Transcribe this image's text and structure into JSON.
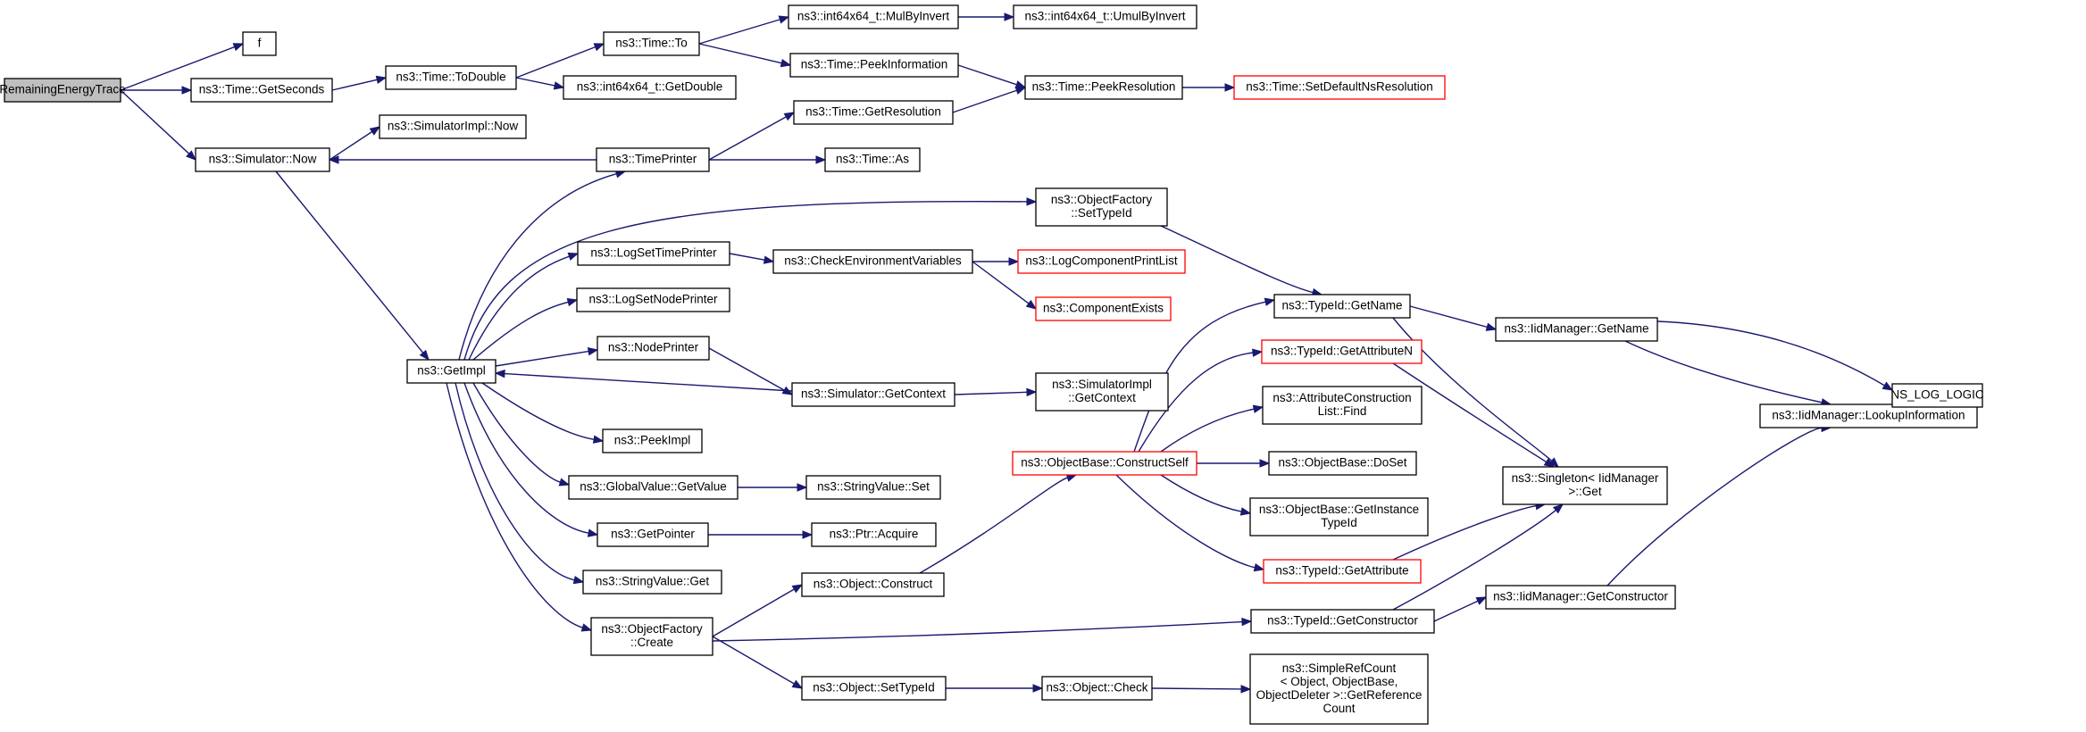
{
  "colors": {
    "edge": "#191970",
    "node_border": "#000000",
    "truncated_border": "#ff0000",
    "root_fill": "#bfbfbf"
  },
  "nodes": [
    {
      "id": "n0",
      "lines": [
        "RemainingEnergyTrace"
      ],
      "style": "root"
    },
    {
      "id": "n1",
      "lines": [
        "f"
      ],
      "style": "normal"
    },
    {
      "id": "n2",
      "lines": [
        "ns3::Time::GetSeconds"
      ],
      "style": "normal"
    },
    {
      "id": "n3",
      "lines": [
        "ns3::Simulator::Now"
      ],
      "style": "normal"
    },
    {
      "id": "n4",
      "lines": [
        "ns3::Time::ToDouble"
      ],
      "style": "normal"
    },
    {
      "id": "n5",
      "lines": [
        "ns3::Time::To"
      ],
      "style": "normal"
    },
    {
      "id": "n6",
      "lines": [
        "ns3::int64x64_t::GetDouble"
      ],
      "style": "normal"
    },
    {
      "id": "n7",
      "lines": [
        "ns3::int64x64_t::MulByInvert"
      ],
      "style": "normal"
    },
    {
      "id": "n8",
      "lines": [
        "ns3::Time::PeekInformation"
      ],
      "style": "normal"
    },
    {
      "id": "n9",
      "lines": [
        "ns3::int64x64_t::UmulByInvert"
      ],
      "style": "normal"
    },
    {
      "id": "n10",
      "lines": [
        "ns3::Time::PeekResolution"
      ],
      "style": "normal"
    },
    {
      "id": "n11",
      "lines": [
        "ns3::Time::SetDefaultNsResolution"
      ],
      "style": "truncated"
    },
    {
      "id": "n12",
      "lines": [
        "ns3::SimulatorImpl::Now"
      ],
      "style": "normal"
    },
    {
      "id": "n13",
      "lines": [
        "ns3::GetImpl"
      ],
      "style": "normal"
    },
    {
      "id": "n14",
      "lines": [
        "ns3::TimePrinter"
      ],
      "style": "normal"
    },
    {
      "id": "n15",
      "lines": [
        "ns3::Time::GetResolution"
      ],
      "style": "normal"
    },
    {
      "id": "n16",
      "lines": [
        "ns3::Time::As"
      ],
      "style": "normal"
    },
    {
      "id": "n17",
      "lines": [
        "ns3::ObjectFactory",
        "::SetTypeId"
      ],
      "style": "normal"
    },
    {
      "id": "n18",
      "lines": [
        "ns3::LogSetTimePrinter"
      ],
      "style": "normal"
    },
    {
      "id": "n19",
      "lines": [
        "ns3::CheckEnvironmentVariables"
      ],
      "style": "normal"
    },
    {
      "id": "n20",
      "lines": [
        "ns3::LogComponentPrintList"
      ],
      "style": "truncated"
    },
    {
      "id": "n21",
      "lines": [
        "ns3::ComponentExists"
      ],
      "style": "truncated"
    },
    {
      "id": "n22",
      "lines": [
        "ns3::LogSetNodePrinter"
      ],
      "style": "normal"
    },
    {
      "id": "n23",
      "lines": [
        "ns3::NodePrinter"
      ],
      "style": "normal"
    },
    {
      "id": "n24",
      "lines": [
        "ns3::Simulator::GetContext"
      ],
      "style": "normal"
    },
    {
      "id": "n25",
      "lines": [
        "ns3::SimulatorImpl",
        "::GetContext"
      ],
      "style": "normal"
    },
    {
      "id": "n26",
      "lines": [
        "ns3::PeekImpl"
      ],
      "style": "normal"
    },
    {
      "id": "n27",
      "lines": [
        "ns3::GlobalValue::GetValue"
      ],
      "style": "normal"
    },
    {
      "id": "n28",
      "lines": [
        "ns3::StringValue::Set"
      ],
      "style": "normal"
    },
    {
      "id": "n29",
      "lines": [
        "ns3::GetPointer"
      ],
      "style": "normal"
    },
    {
      "id": "n30",
      "lines": [
        "ns3::Ptr::Acquire"
      ],
      "style": "normal"
    },
    {
      "id": "n31",
      "lines": [
        "ns3::StringValue::Get"
      ],
      "style": "normal"
    },
    {
      "id": "n32",
      "lines": [
        "ns3::ObjectFactory",
        "::Create"
      ],
      "style": "normal"
    },
    {
      "id": "n33",
      "lines": [
        "ns3::Object::Construct"
      ],
      "style": "normal"
    },
    {
      "id": "n34",
      "lines": [
        "ns3::Object::SetTypeId"
      ],
      "style": "normal"
    },
    {
      "id": "n35",
      "lines": [
        "ns3::Object::Check"
      ],
      "style": "normal"
    },
    {
      "id": "n36",
      "lines": [
        "ns3::SimpleRefCount",
        "< Object, ObjectBase,",
        "ObjectDeleter >::GetReference",
        "Count"
      ],
      "style": "normal"
    },
    {
      "id": "n37",
      "lines": [
        "ns3::ObjectBase::ConstructSelf"
      ],
      "style": "truncated"
    },
    {
      "id": "n38",
      "lines": [
        "ns3::TypeId::GetName"
      ],
      "style": "normal"
    },
    {
      "id": "n39",
      "lines": [
        "ns3::TypeId::GetAttributeN"
      ],
      "style": "truncated"
    },
    {
      "id": "n40",
      "lines": [
        "ns3::AttributeConstruction",
        "List::Find"
      ],
      "style": "normal"
    },
    {
      "id": "n41",
      "lines": [
        "ns3::ObjectBase::DoSet"
      ],
      "style": "normal"
    },
    {
      "id": "n42",
      "lines": [
        "ns3::ObjectBase::GetInstance",
        "TypeId"
      ],
      "style": "normal"
    },
    {
      "id": "n43",
      "lines": [
        "ns3::TypeId::GetAttribute"
      ],
      "style": "truncated"
    },
    {
      "id": "n44",
      "lines": [
        "ns3::TypeId::GetConstructor"
      ],
      "style": "normal"
    },
    {
      "id": "n45",
      "lines": [
        "ns3::IidManager::GetName"
      ],
      "style": "normal"
    },
    {
      "id": "n46",
      "lines": [
        "ns3::Singleton< IidManager",
        ">::Get"
      ],
      "style": "normal"
    },
    {
      "id": "n47",
      "lines": [
        "ns3::IidManager::GetConstructor"
      ],
      "style": "normal"
    },
    {
      "id": "n48",
      "lines": [
        "ns3::IidManager::LookupInformation"
      ],
      "style": "normal"
    },
    {
      "id": "n49",
      "lines": [
        "NS_LOG_LOGIC"
      ],
      "style": "normal"
    }
  ],
  "edges": [
    [
      "n0",
      "n1"
    ],
    [
      "n0",
      "n2"
    ],
    [
      "n0",
      "n3"
    ],
    [
      "n2",
      "n4"
    ],
    [
      "n4",
      "n5"
    ],
    [
      "n4",
      "n6"
    ],
    [
      "n5",
      "n7"
    ],
    [
      "n5",
      "n8"
    ],
    [
      "n7",
      "n9"
    ],
    [
      "n8",
      "n10"
    ],
    [
      "n10",
      "n11"
    ],
    [
      "n3",
      "n12"
    ],
    [
      "n3",
      "n13"
    ],
    [
      "n13",
      "n14"
    ],
    [
      "n14",
      "n3"
    ],
    [
      "n14",
      "n15"
    ],
    [
      "n14",
      "n16"
    ],
    [
      "n15",
      "n10"
    ],
    [
      "n13",
      "n17"
    ],
    [
      "n17",
      "n38"
    ],
    [
      "n13",
      "n18"
    ],
    [
      "n18",
      "n19"
    ],
    [
      "n19",
      "n20"
    ],
    [
      "n19",
      "n21"
    ],
    [
      "n13",
      "n22"
    ],
    [
      "n13",
      "n23"
    ],
    [
      "n23",
      "n24"
    ],
    [
      "n24",
      "n13"
    ],
    [
      "n24",
      "n25"
    ],
    [
      "n13",
      "n26"
    ],
    [
      "n13",
      "n27"
    ],
    [
      "n27",
      "n28"
    ],
    [
      "n13",
      "n29"
    ],
    [
      "n29",
      "n30"
    ],
    [
      "n13",
      "n31"
    ],
    [
      "n13",
      "n32"
    ],
    [
      "n32",
      "n33"
    ],
    [
      "n32",
      "n34"
    ],
    [
      "n32",
      "n44"
    ],
    [
      "n33",
      "n37"
    ],
    [
      "n34",
      "n35"
    ],
    [
      "n35",
      "n36"
    ],
    [
      "n37",
      "n38"
    ],
    [
      "n37",
      "n39"
    ],
    [
      "n37",
      "n40"
    ],
    [
      "n37",
      "n41"
    ],
    [
      "n37",
      "n42"
    ],
    [
      "n37",
      "n43"
    ],
    [
      "n38",
      "n45"
    ],
    [
      "n38",
      "n46"
    ],
    [
      "n39",
      "n46"
    ],
    [
      "n43",
      "n46"
    ],
    [
      "n44",
      "n46"
    ],
    [
      "n44",
      "n47"
    ],
    [
      "n45",
      "n48"
    ],
    [
      "n45",
      "n49"
    ],
    [
      "n47",
      "n48"
    ],
    [
      "n48",
      "n49"
    ]
  ]
}
